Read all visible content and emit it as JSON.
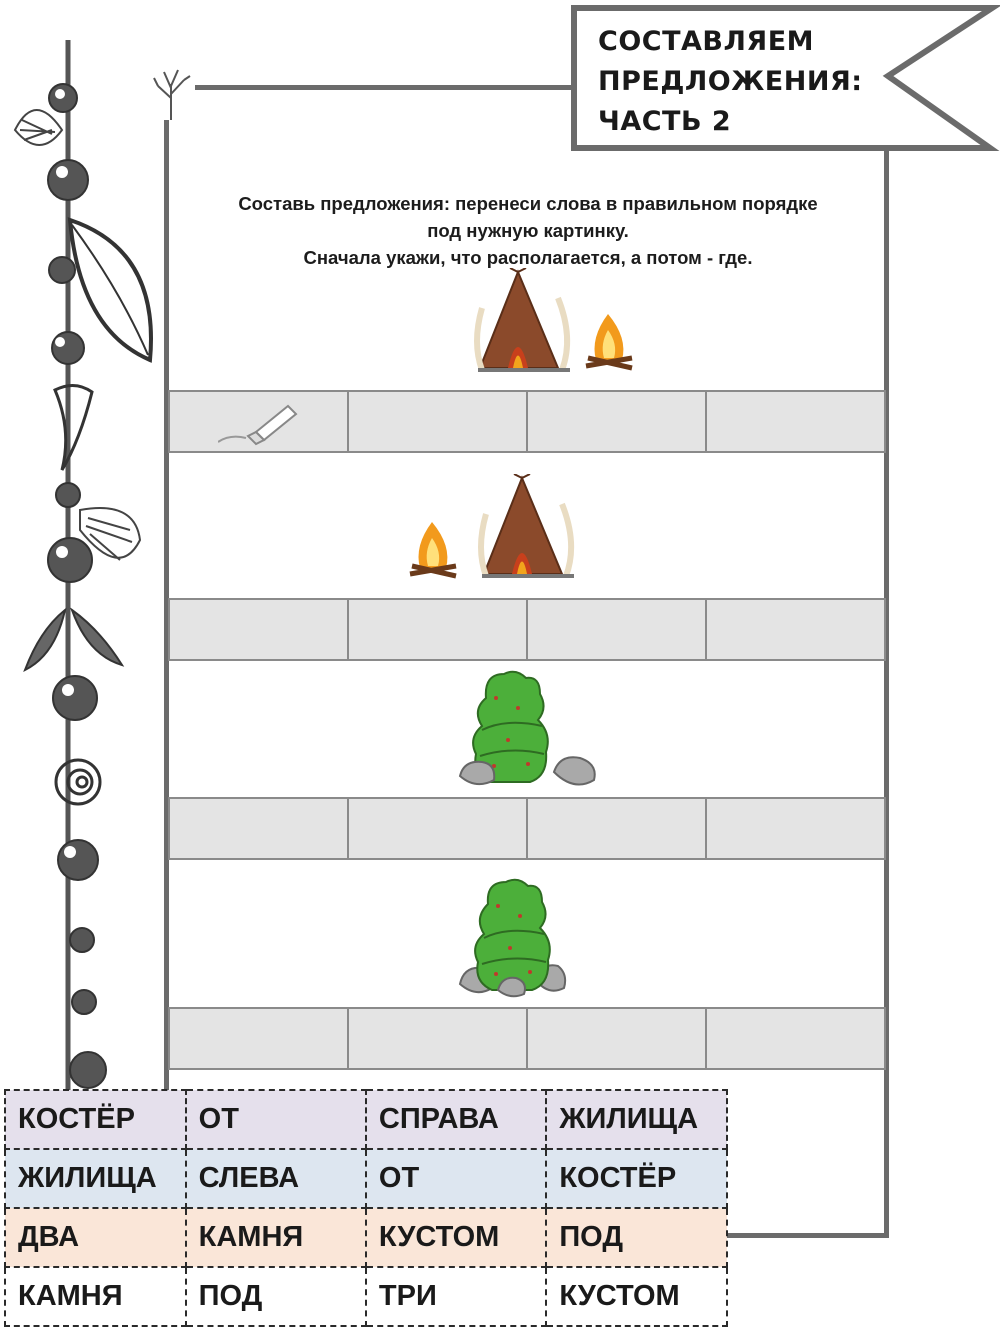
{
  "title": {
    "line1": "СОСТАВЛЯЕМ",
    "line2": "ПРЕДЛОЖЕНИЯ:",
    "line3": "ЧАСТЬ 2"
  },
  "instructions": {
    "line1": "Составь предложения: перенеси слова в правильном порядке",
    "line2": "под нужную картинку.",
    "line3": "Сначала укажи, что располагается, а потом - где."
  },
  "pictures": [
    {
      "name": "hut-left-of-fire",
      "icons": [
        "hut-icon",
        "campfire-icon"
      ]
    },
    {
      "name": "fire-left-of-hut",
      "icons": [
        "campfire-icon",
        "hut-icon"
      ]
    },
    {
      "name": "bush-with-two-stones",
      "icons": [
        "bush-icon",
        "stone-icon",
        "stone-icon"
      ]
    },
    {
      "name": "bush-with-three-stones",
      "icons": [
        "bush-icon",
        "stone-icon",
        "stone-icon",
        "stone-icon"
      ]
    }
  ],
  "glue_icon": "glue-bottle-icon",
  "word_bank": {
    "rows": [
      [
        "КОСТЁР",
        "ОТ",
        "СПРАВА",
        "ЖИЛИЩА"
      ],
      [
        "ЖИЛИЩА",
        "СЛЕВА",
        "ОТ",
        "КОСТЁР"
      ],
      [
        "ДВА",
        "КАМНЯ",
        "КУСТОМ",
        "ПОД"
      ],
      [
        "КАМНЯ",
        "ПОД",
        "ТРИ",
        "КУСТОМ"
      ]
    ],
    "row_colors": [
      "#e5e0ec",
      "#dde6f0",
      "#fae6d8",
      "#ffffff"
    ]
  },
  "colors": {
    "frame": "#6b6b6b",
    "answer_cell": "#e4e4e4",
    "bush": "#4caf3a",
    "stone": "#a9a9a9",
    "fire": "#f29a1c",
    "hut": "#8b4a2b"
  }
}
